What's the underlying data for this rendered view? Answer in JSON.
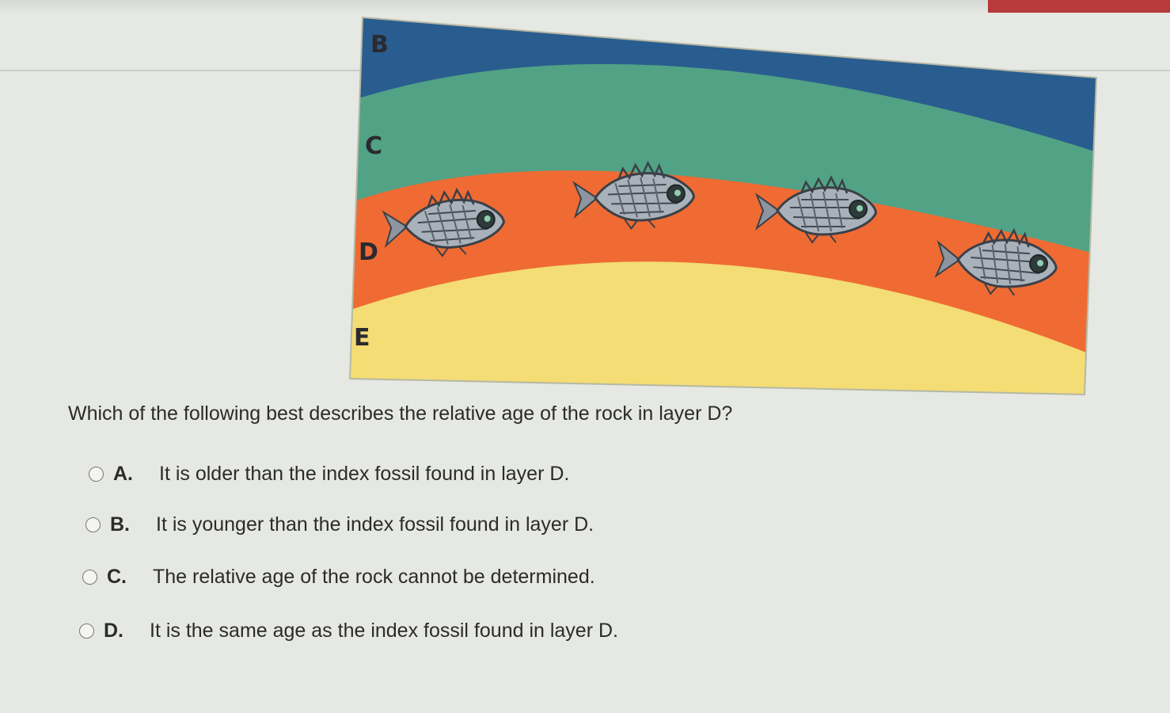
{
  "diagram": {
    "layers": [
      {
        "label": "B",
        "color": "#2a5d8f"
      },
      {
        "label": "C",
        "color": "#52a285"
      },
      {
        "label": "D",
        "color": "#ef6b33"
      },
      {
        "label": "E",
        "color": "#f3dd74"
      }
    ],
    "fossil_icon": "fish-fossil-icon",
    "fossil_count": 4
  },
  "question": {
    "text": "Which of the following best describes the relative age of the rock in layer D?"
  },
  "options": [
    {
      "letter": "A.",
      "text": "It is older than the index fossil found in layer D."
    },
    {
      "letter": "B.",
      "text": "It is younger than the index fossil found in layer D."
    },
    {
      "letter": "C.",
      "text": "The relative age of the rock cannot be determined."
    },
    {
      "letter": "D.",
      "text": "It is the same age as the index fossil found in layer D."
    }
  ]
}
